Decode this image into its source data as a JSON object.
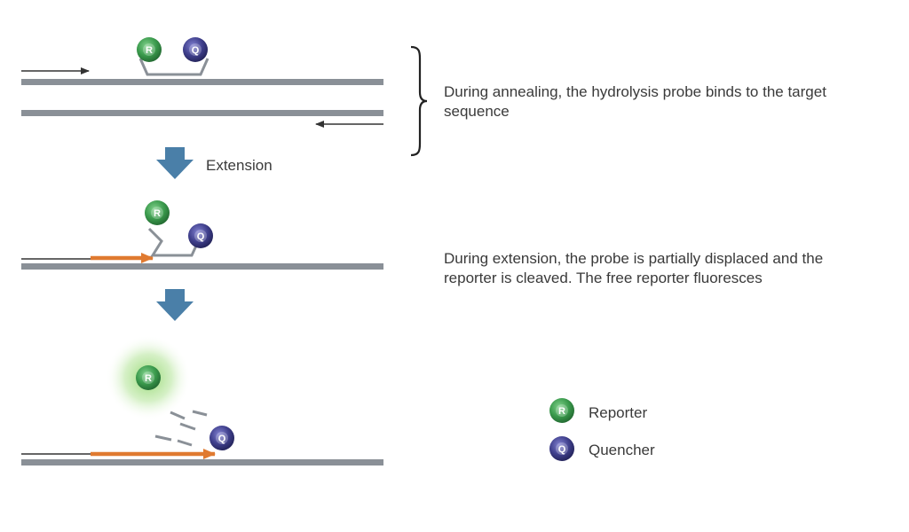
{
  "badges": {
    "reporter_letter": "R",
    "quencher_letter": "Q"
  },
  "colors": {
    "reporter": "#3a9a4c",
    "quencher": "#3f3f8c",
    "dna_strand": "#8a9097",
    "primer_extension": "#e07a30",
    "step_arrow": "#4a7fa8",
    "text": "#3a3a3a"
  },
  "steps": {
    "annealing_text": "During annealing, the hydrolysis probe binds to the target sequence",
    "extension_label": "Extension",
    "extension_text": "During extension, the probe is partially displaced and the reporter is cleaved. The free reporter fluoresces"
  },
  "legend": {
    "reporter_label": "Reporter",
    "quencher_label": "Quencher"
  }
}
